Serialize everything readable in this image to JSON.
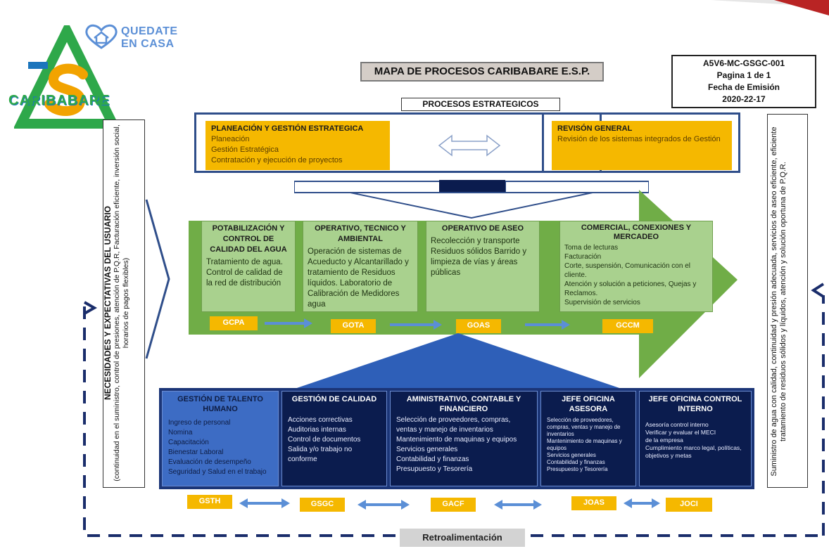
{
  "logo": {
    "brand": "CARIBABARE",
    "tagline": "QUEDATE EN CASA",
    "tagline_line1": "QUEDATE",
    "tagline_line2": "EN CASA"
  },
  "title": "MAPA DE PROCESOS CARIBABARE E.S.P.",
  "doc_info": {
    "code": "A5V6-MC-GSGC-001",
    "page": "Pagina 1 de 1",
    "issue_label": "Fecha de Emisión",
    "issue_date": "2020-22-17"
  },
  "strategic": {
    "label": "PROCESOS ESTRATEGICOS",
    "left": {
      "heading": "PLANEACIÓN Y GESTIÓN ESTRATEGICA",
      "items": [
        "Planeación",
        "Gestión Estratégica",
        "Contratación y ejecución de proyectos"
      ]
    },
    "right": {
      "heading": "REVISÓN GENERAL",
      "items": [
        "Revisión de los sistemas integrados de Gestión"
      ]
    }
  },
  "left_panel": {
    "heading": "NECESIDADES Y EXPECTATIVAS DEL USUARIO",
    "body": "(continuidad en el suministro, control de presiones, atención de P.Q.R, Facturación eficiente, inversión social, horarios de pagos flexibles)"
  },
  "right_panel": {
    "body": "Suministro de agua con calidad, continuidad y presión adecuada, servicios de aseo eficiente, eficiente tratamiento de residuos sólidos y líquidos, atención y solución oportuna de P.Q.R."
  },
  "missional": [
    {
      "heading": "POTABILIZACIÓN Y CONTROL DE CALIDAD DEL AGUA",
      "body": "Tratamiento de agua. Control de calidad de la red de distribución",
      "code": "GCPA"
    },
    {
      "heading": "OPERATIVO, TECNICO Y AMBIENTAL",
      "body": "Operación de sistemas de Acueducto y Alcantarillado y tratamiento de Residuos líquidos. Laboratorio de Calibración de Medidores agua",
      "code": "GOTA"
    },
    {
      "heading": "OPERATIVO DE ASEO",
      "body": "Recolección y transporte Residuos sólidos Barrido y limpieza de vías y áreas públicas",
      "code": "GOAS"
    },
    {
      "heading": "COMERCIAL, CONEXIONES Y MERCADEO",
      "items": [
        "Toma de lecturas",
        "Facturación",
        "Corte, suspensión, Comunicación con el cliente.",
        "Atención y solución a peticiones, Quejas y Reclamos.",
        "Supervisión de servicios"
      ],
      "code": "GCCM"
    }
  ],
  "support": [
    {
      "heading": "GESTIÓN DE TALENTO HUMANO",
      "items": [
        "Ingreso de personal",
        "Nomina",
        "Capacitación",
        "Bienestar Laboral",
        "Evaluación de desempeño",
        "Seguridad y Salud en el trabajo"
      ],
      "code": "GSTH"
    },
    {
      "heading": "GESTIÓN DE CALIDAD",
      "items": [
        "Acciones correctivas",
        "Auditorias internas",
        "Control de documentos",
        "Salida y/o trabajo no conforme"
      ],
      "code": "GSGC"
    },
    {
      "heading": "AMINISTRATIVO, CONTABLE Y FINANCIERO",
      "items": [
        "Selección de proveedores, compras, ventas y manejo de inventarios",
        "Mantenimiento de maquinas y equipos",
        "Servicios generales",
        "Contabilidad y finanzas",
        "Presupuesto y Tesorería"
      ],
      "code": "GACF"
    },
    {
      "heading": "JEFE OFICINA ASESORA",
      "items": [
        "Selección de proveedores, compras, ventas y manejo de inventarios",
        "Mantenimiento de maquinas y equipos",
        "Servicios generales",
        "Contabilidad y finanzas",
        "Presupuesto y Tesorería"
      ],
      "code": "JOAS"
    },
    {
      "heading": "JEFE OFICINA CONTROL INTERNO",
      "items": [
        "Asesoría control interno",
        "Verificar y evaluar el MECI",
        "de la empresa",
        "Cumplimiento marco legal, políticas, objetivos y metas"
      ],
      "code": "JOCI"
    }
  ],
  "feedback": "Retroalimentación",
  "colors": {
    "yellow": "#f5b800",
    "green_light": "#a9d18e",
    "green_dark": "#70ad47",
    "navy": "#0b1c4e",
    "blue": "#2e5fb8",
    "frame_blue": "#2f4e8a"
  }
}
